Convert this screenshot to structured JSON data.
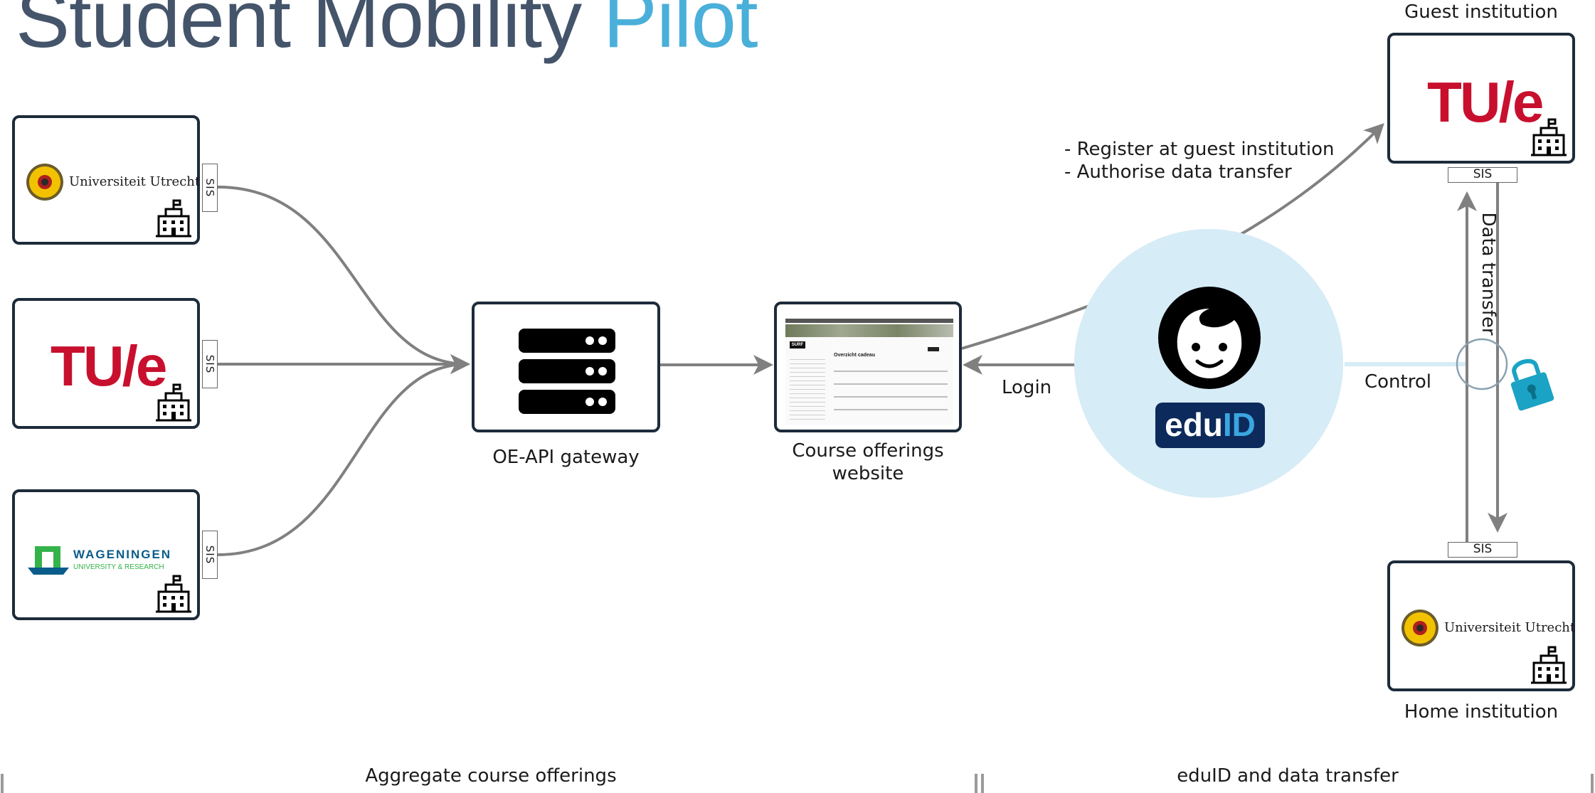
{
  "title": {
    "main": "Student Mobility",
    "accent": "Pilot"
  },
  "left_institutions": [
    {
      "name": "Universiteit Utrecht",
      "sis": "SIS"
    },
    {
      "name": "TU/e",
      "sis": "SIS"
    },
    {
      "name_line1": "WAGENINGEN",
      "name_line2": "UNIVERSITY & RESEARCH",
      "sis": "SIS"
    }
  ],
  "gateway": {
    "label": "OE-API gateway"
  },
  "website": {
    "label_line1": "Course offerings",
    "label_line2": "website",
    "thumbnail": {
      "brand": "SURF",
      "heading": "Overzicht cadeau"
    }
  },
  "login_label": "Login",
  "eduid": {
    "logo_text_a": "edu",
    "logo_text_b": "ID"
  },
  "arrow_notes": {
    "line1": "- Register at guest institution",
    "line2": "- Authorise data transfer"
  },
  "guest": {
    "label": "Guest institution",
    "logo": "TU/e",
    "sis": "SIS"
  },
  "home": {
    "label": "Home institution",
    "logo": "Universiteit Utrecht",
    "sis": "SIS"
  },
  "data_transfer_label": "Data transfer",
  "control_label": "Control",
  "sections": {
    "left": "Aggregate course offerings",
    "right": "eduID and data transfer"
  },
  "colors": {
    "title": "#44546a",
    "accent": "#4aafd9",
    "box_border": "#1d2b3a",
    "arrow": "#808080",
    "eduid_circle": "#d6ecf6",
    "eduid_logo": "#0d2a5c",
    "lock": "#1aa3c4",
    "tue_red": "#c8102e"
  }
}
